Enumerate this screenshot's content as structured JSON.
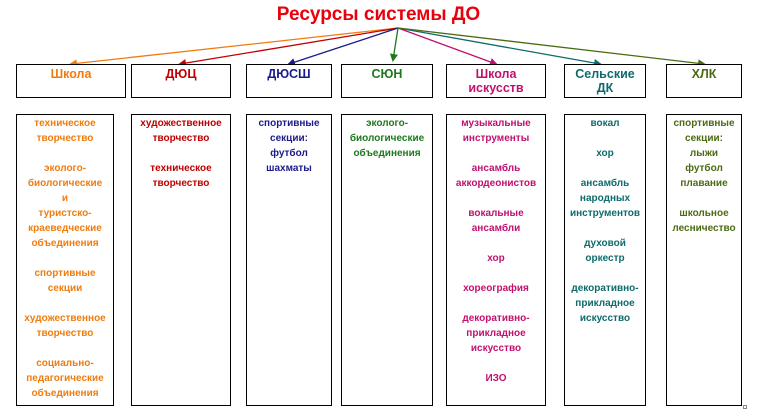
{
  "title": "Ресурсы системы ДО",
  "columns": [
    {
      "header": "Школа",
      "color": "#ef7c0f",
      "items": [
        "техническое\nтворчество",
        "эколого-\nбиологические\nи\nтуристско-\nкраеведческие\nобъединения",
        "спортивные\nсекции",
        "художественное\nтворчество",
        "социально-\nпедагогические\nобъединения"
      ]
    },
    {
      "header": "ДЮЦ",
      "color": "#c00000",
      "items": [
        "художественное\nтворчество",
        "техническое\nтворчество"
      ]
    },
    {
      "header": "ДЮСШ",
      "color": "#1a1a8c",
      "items": [
        "спортивные\nсекции:\nфутбол\nшахматы"
      ]
    },
    {
      "header": "СЮН",
      "color": "#1b7a1b",
      "items": [
        "эколого-\nбиологические\nобъединения"
      ]
    },
    {
      "header": "Школа\nискусств",
      "color": "#c0116e",
      "items": [
        "музыкальные\nинструменты",
        "ансамбль\nаккордеонистов",
        "вокальные\nансамбли",
        "хор",
        "хореография",
        "декоративно-\nприкладное\nискусство",
        "ИЗО"
      ]
    },
    {
      "header": "Сельские\nДК",
      "color": "#0e6b6b",
      "items": [
        "вокал",
        "хор",
        "ансамбль\nнародных\nинструментов",
        "духовой\nоркестр",
        "декоративно-\nприкладное\nискусство"
      ]
    },
    {
      "header": "ХЛК",
      "color": "#4a6b12",
      "items": [
        "спортивные\nсекции:\nлыжи\nфутбол\nплавание",
        "школьное\nлесничество"
      ]
    }
  ]
}
